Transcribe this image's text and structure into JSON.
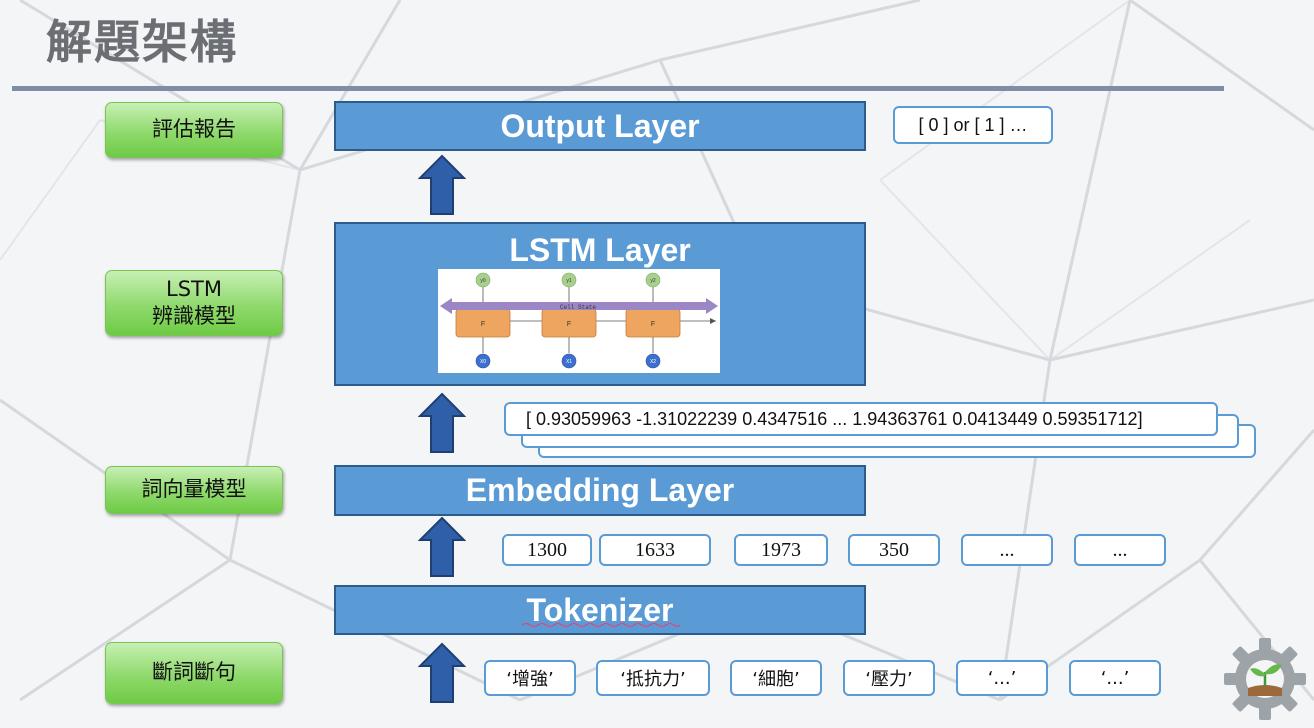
{
  "title": "解題架構",
  "labels": {
    "report": "評估報告",
    "lstm_model": "LSTM\n辨識模型",
    "w2v_model": "詞向量模型",
    "segmentation": "斷詞斷句"
  },
  "layers": {
    "output": "Output Layer",
    "lstm": "LSTM Layer",
    "embedding": "Embedding Layer",
    "tokenizer": "Tokenizer"
  },
  "output_value": "[ 0 ] or [ 1 ] …",
  "embedding_vector": "[ 0.93059963 -1.31022239 0.4347516 ... 1.94363761 0.0413449 0.59351712]",
  "token_ids": [
    "1300",
    "1633",
    "1973",
    "350",
    "...",
    "..."
  ],
  "tokens": [
    "‘增強’",
    "‘抵抗力’",
    "‘細胞’",
    "‘壓力’",
    "‘...’",
    "‘...’"
  ],
  "lstm_diagram": {
    "cell_state_label": "Cell State",
    "cell_label": "F",
    "outputs": [
      "y0",
      "y1",
      "y2"
    ],
    "inputs": [
      "X0",
      "X1",
      "X2"
    ]
  },
  "colors": {
    "layer_fill": "#5b9bd5",
    "arrow_fill": "#2e5fa8",
    "label_green": "#8fd96c",
    "cell_orange": "#eea55f",
    "cell_state_purple": "#9b86c6"
  }
}
